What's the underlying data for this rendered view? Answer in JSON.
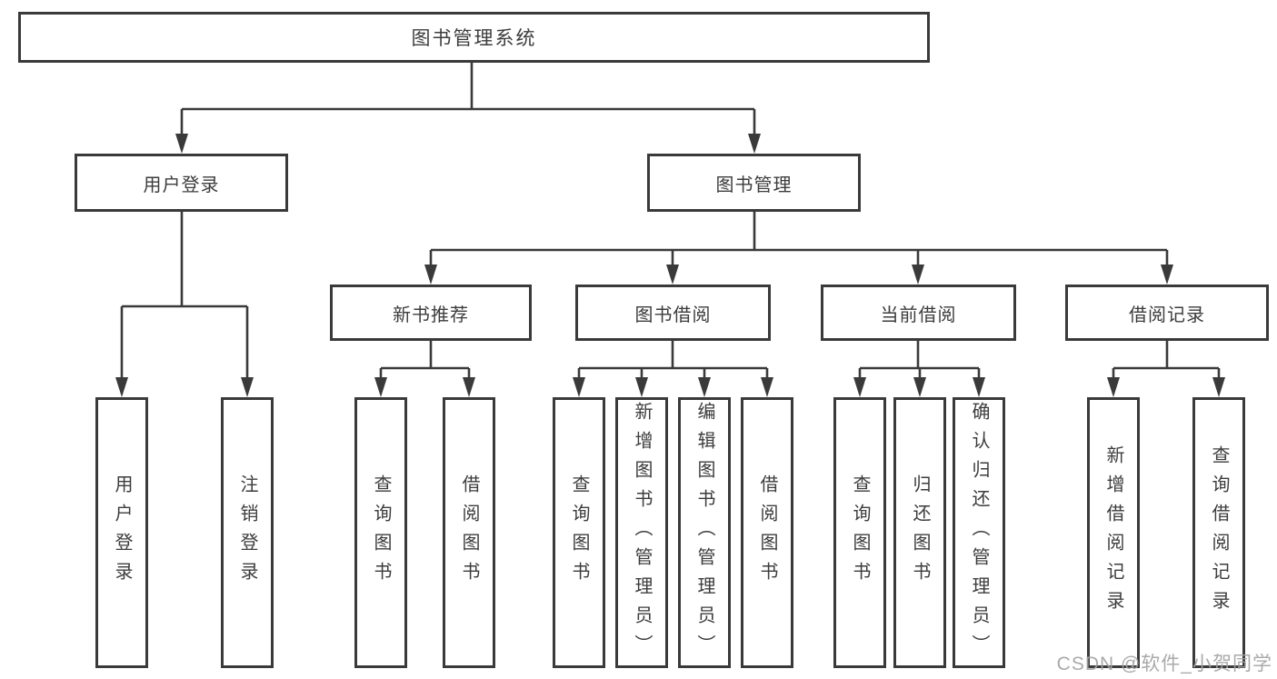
{
  "diagram": {
    "watermark": "CSDN @软件_小贺同学",
    "colors": {
      "background": "#ffffff",
      "line": "#3a3a3a",
      "box_border": "#3a3a3a",
      "text": "#3c3c3c",
      "watermark": "#a3a3a3"
    },
    "tree": {
      "root": {
        "label": "图书管理系统"
      },
      "level2": [
        {
          "label": "用户登录"
        },
        {
          "label": "图书管理"
        }
      ],
      "level3": [
        {
          "label": "新书推荐"
        },
        {
          "label": "图书借阅"
        },
        {
          "label": "当前借阅"
        },
        {
          "label": "借阅记录"
        }
      ],
      "leaves": {
        "user_login": [
          {
            "label": "用户登录"
          },
          {
            "label": "注销登录"
          }
        ],
        "new_book_rec": [
          {
            "label": "查询图书"
          },
          {
            "label": "借阅图书"
          }
        ],
        "book_borrow": [
          {
            "label": "查询图书"
          },
          {
            "label": "新增图书（管理员）"
          },
          {
            "label": "编辑图书（管理员）"
          },
          {
            "label": "借阅图书"
          }
        ],
        "current_borrow": [
          {
            "label": "查询图书"
          },
          {
            "label": "归还图书"
          },
          {
            "label": "确认归还（管理员）"
          }
        ],
        "borrow_record": [
          {
            "label": "新增借阅记录"
          },
          {
            "label": "查询借阅记录"
          }
        ]
      }
    }
  }
}
